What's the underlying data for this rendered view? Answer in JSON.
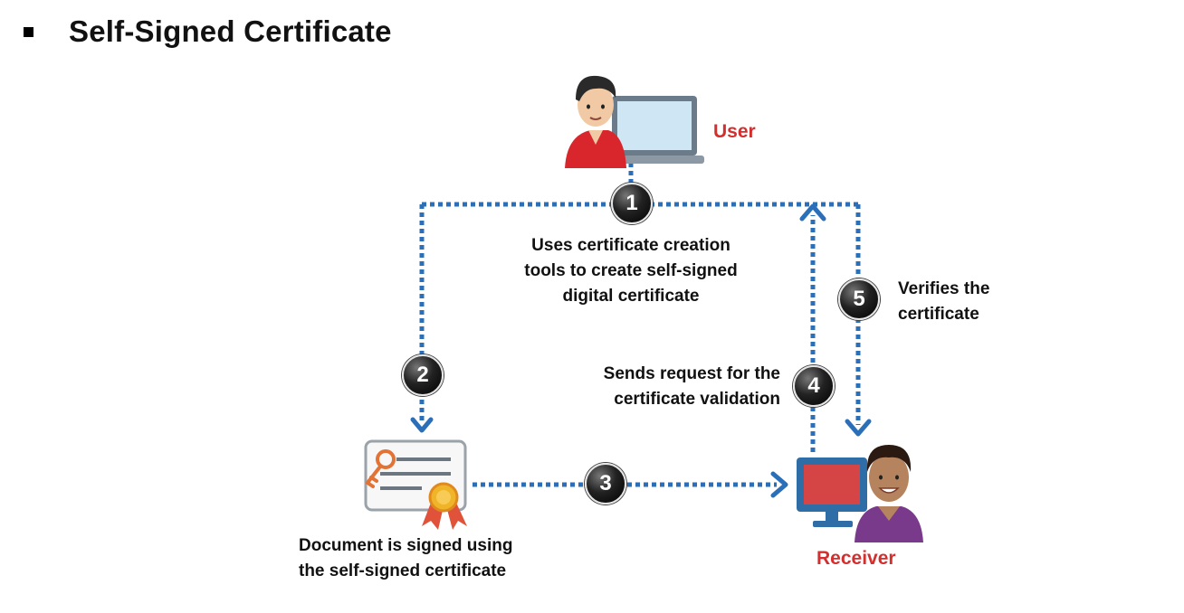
{
  "title": "Self-Signed Certificate",
  "actors": {
    "user": "User",
    "receiver": "Receiver"
  },
  "steps": [
    {
      "number": "1",
      "text_lines": [
        "Uses certificate creation",
        "tools to create self-signed",
        "digital certificate"
      ]
    },
    {
      "number": "2",
      "text_lines": []
    },
    {
      "number": "3",
      "text_lines": [
        "Document is signed using",
        "the self-signed certificate"
      ]
    },
    {
      "number": "4",
      "text_lines": [
        "Sends request for the",
        "certificate validation"
      ]
    },
    {
      "number": "5",
      "text_lines": [
        "Verifies the",
        "certificate"
      ]
    }
  ],
  "icons": {
    "user": "user-with-laptop-icon",
    "certificate": "certificate-document-icon",
    "receiver": "receiver-with-monitor-icon"
  },
  "colors": {
    "arrow": "#2a6fb8",
    "actor_label": "#d32f2f",
    "step_badge": "#111111"
  }
}
